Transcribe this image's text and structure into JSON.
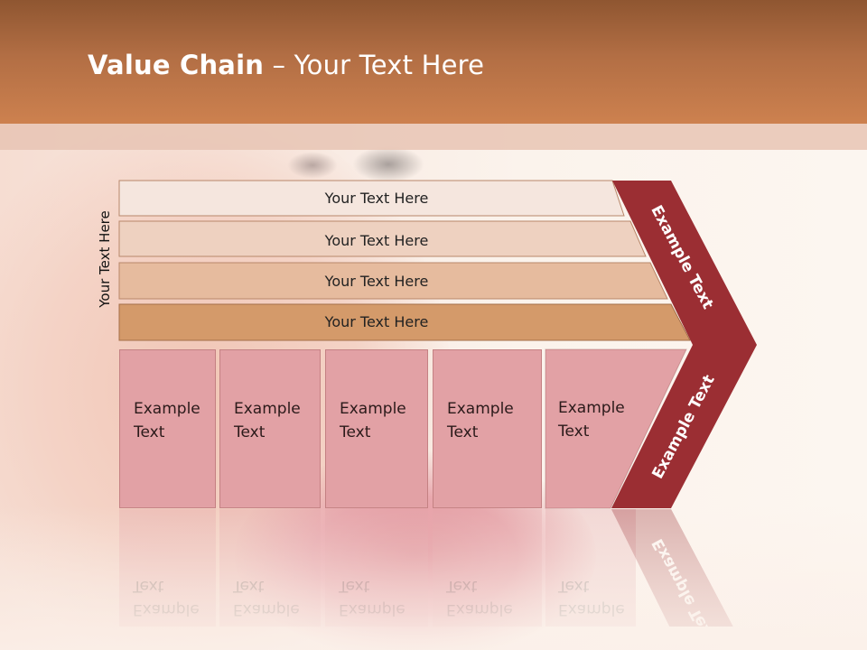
{
  "slide": {
    "title_bold": "Value Chain",
    "title_rest": " – Your Text Here",
    "vertical_label": "Your Text Here"
  },
  "support_bars": [
    {
      "label": "Your Text Here",
      "color": "#f5e6de"
    },
    {
      "label": "Your Text Here",
      "color": "#eed1c0"
    },
    {
      "label": "Your Text Here",
      "color": "#e6bb9e"
    },
    {
      "label": "Your Text Here",
      "color": "#d49a6a"
    }
  ],
  "primary_cells": [
    {
      "line1": "Example",
      "line2": "Text"
    },
    {
      "line1": "Example",
      "line2": "Text"
    },
    {
      "line1": "Example",
      "line2": "Text"
    },
    {
      "line1": "Example",
      "line2": "Text"
    },
    {
      "line1": "Example",
      "line2": "Text"
    }
  ],
  "chevron": {
    "upper_label": "Example Text",
    "lower_label": "Example Text",
    "color": "#9b2e33"
  },
  "colors": {
    "header": "#c47a4a",
    "cell_fill": "#e2a1a5"
  }
}
